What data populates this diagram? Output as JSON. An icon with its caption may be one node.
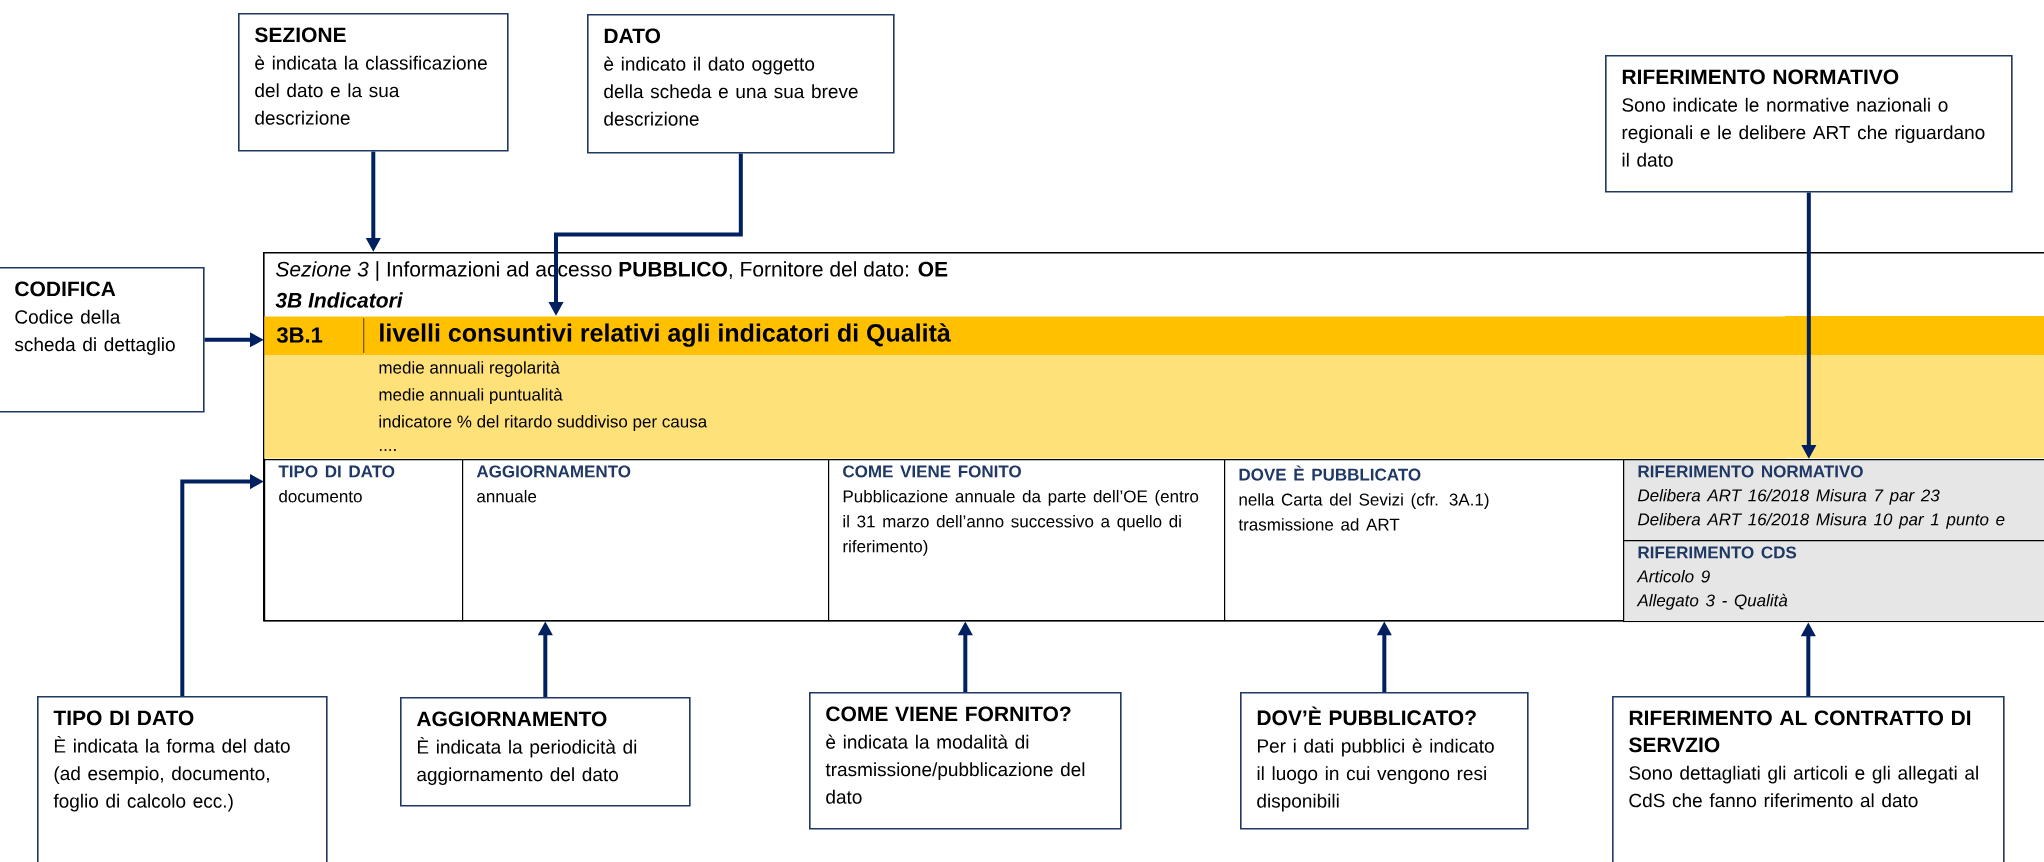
{
  "diagram": {
    "nodes": [
      {
        "text": [
          "SEZIONE",
          "è indicata la classificazione del dato e la sua descrizione"
        ]
      },
      {
        "text": [
          "DATO",
          "è indicato il dato oggetto della scheda e una sua breve descrizione"
        ]
      },
      {
        "text": [
          "RIFERIMENTO NORMATIVO",
          "Sono indicate le normative nazionali o regionali e le delibere ART che riguardano il dato"
        ]
      },
      {
        "text": [
          "CODIFICA",
          "Codice della scheda di dettaglio"
        ]
      },
      {
        "text": [
          "*Sezione 3* | Informazioni ad accesso **PUBBLICO**, Fornitore del dato: **OE**",
          "3B Indicatori"
        ]
      },
      {
        "text": [
          "3B.1"
        ],
        "in": 4
      },
      {
        "text": [
          "livelli consuntivi relativi agli indicatori di Qualità"
        ],
        "in": 4
      },
      {
        "text": [
          "medie annuali regolarità",
          "medie annuali puntualità",
          "indicatore % del ritardo suddiviso per causa",
          "...."
        ],
        "in": 4
      },
      {
        "text": [
          "TIPO DI DATO",
          "documento"
        ],
        "in": 4
      },
      {
        "text": [
          "AGGIORNAMENTO",
          "annuale"
        ],
        "in": 4
      },
      {
        "text": [
          "COME VIENE FONITO",
          "Pubblicazione annuale da parte dell’OE (entro il 31 marzo dell’anno successivo a quello di riferimento)"
        ],
        "in": 4
      },
      {
        "text": [
          "DOVE È PUBBLICATO",
          "nella Carta del Sevizi (cfr. 3A.1)",
          "trasmissione ad ART"
        ],
        "in": 4
      },
      {
        "text": [
          "RIFERIMENTO NORMATIVO",
          "Delibera ART 16/2018 Misura 7 par 23",
          "Delibera ART 16/2018 Misura 10 par 1 punto e"
        ],
        "in": 4
      },
      {
        "text": [
          "RIFERIMENTO CDS",
          "Articolo 9",
          "Allegato 3 - Qualità"
        ],
        "in": 4
      },
      {
        "text": [
          "TIPO DI DATO",
          "È indicata la forma del dato (ad esempio, documento, foglio di calcolo ecc.)"
        ]
      },
      {
        "text": [
          "AGGIORNAMENTO",
          "È indicata la periodicità di aggiornamento del dato"
        ]
      },
      {
        "text": [
          "COME VIENE FORNITO?",
          "è indicata la modalità di trasmissione/pubblicazione del dato"
        ]
      },
      {
        "text": [
          "DOV’È PUBBLICATO?",
          "Per i dati pubblici è indicato il luogo in cui vengono resi disponibili"
        ]
      },
      {
        "text": [
          "RIFERIMENTO AL CONTRATTO DI SERVZIO",
          "Sono dettagliati gli articoli e gli allegati al CdS che fanno riferimento al dato"
        ]
      }
    ],
    "edges": [
      {
        "from": 0,
        "to": 4,
        "arrow": "to"
      },
      {
        "from": 1,
        "to": 6,
        "arrow": "to"
      },
      {
        "from": 2,
        "to": 12,
        "arrow": "to"
      },
      {
        "from": 3,
        "to": 5,
        "arrow": "to"
      },
      {
        "from": 14,
        "to": 8,
        "arrow": "to"
      },
      {
        "from": 15,
        "to": 9,
        "arrow": "to"
      },
      {
        "from": 16,
        "to": 10,
        "arrow": "to"
      },
      {
        "from": 17,
        "to": 11,
        "arrow": "to"
      },
      {
        "from": 18,
        "to": 13,
        "arrow": "to"
      }
    ]
  }
}
